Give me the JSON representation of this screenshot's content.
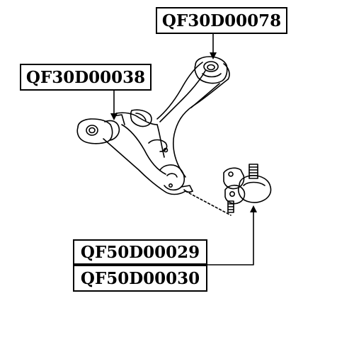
{
  "labels": {
    "bushing_rear": "QF30D00078",
    "bushing_front": "QF30D00038",
    "ball_joint_a": "QF50D00029",
    "ball_joint_b": "QF50D00030"
  },
  "colors": {
    "line": "#000000",
    "background": "#ffffff"
  }
}
